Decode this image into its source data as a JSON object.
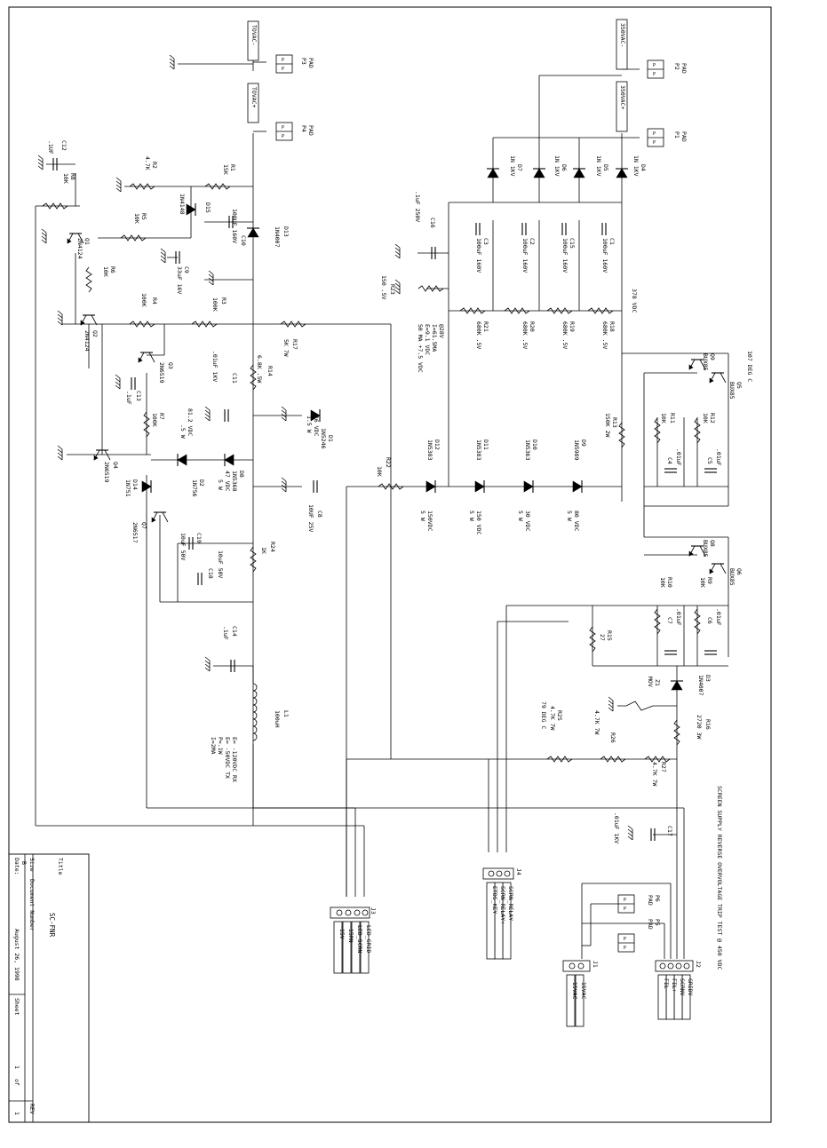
{
  "title_block": {
    "title_label": "Title",
    "title": "SC-FNR",
    "size_label": "Size",
    "size": "B",
    "docnum_label": "Document Number",
    "rev_label": "REV",
    "date_label": "Date:",
    "date": "August 26, 1998",
    "sheet_label": "Sheet",
    "sheet": "1",
    "of_label": "of",
    "of": "1"
  },
  "notes": {
    "screen_supply": "SCREEN SUPPLY REVERSE OVERVOLTAGE TRIP TEST @ 450 VDC",
    "op_28v": "@28V",
    "op_i": "I=61.5MA",
    "op_e": "E=9.1 VDC",
    "op_ma": "50 MA +7.5 VDC",
    "rx_tx_1": "E= -120VDC RX",
    "rx_tx_2": "E= -50VDC TX",
    "rx_tx_3": "P=.1W",
    "rx_tx_4": "I=2MA",
    "v378": "378 VDC",
    "temp107": "107 DEG C",
    "temp79": "79 DEG C",
    "v150_1": "150VDC",
    "v150_1w": "5 W",
    "v150_2": "150 VDC",
    "v150_2w": "5 W",
    "v30": "30 VDC",
    "v30w": "5 W",
    "v80": "80 VDC",
    "v80w": "5 W",
    "v81": "81.2 VDC",
    "v81w": ".5 W",
    "v47": "47 VDC",
    "v47w": "5 W",
    "r14p": "6.8K .5W",
    "r16p": "2720 3W"
  },
  "connectors": {
    "p3": "P3",
    "p4": "P4",
    "p1": "P1",
    "p2": "P2",
    "p5": "P5",
    "p6": "P6",
    "pad": "PAD",
    "p3_net": "TOVAC-",
    "p4_net": "TOVAC+",
    "p1_net": "350VAC+",
    "p2_net": "350VAC-",
    "j1": "J1",
    "j2": "J2",
    "j3": "J3",
    "j4": "J4",
    "j3_pins": [
      "LED_GRID",
      "LED_SCRN",
      "-15RN",
      "-15V"
    ],
    "j4_pins": [
      "SCRN_RELAY-",
      "SCRN_RELAY+",
      "ETDS_KEY"
    ],
    "j2_pins": [
      "GRIDV",
      "SCRNV",
      "FIL+",
      "FIL-"
    ],
    "j1_pins": [
      "-15VAC",
      "-15VAC"
    ]
  },
  "components": {
    "c12": [
      "C12",
      ".1UF"
    ],
    "r8": [
      "R8",
      "10K"
    ],
    "r2": [
      "R2",
      "4.7K"
    ],
    "r1": [
      "R1",
      "15K"
    ],
    "d15": [
      "D15",
      "1N4148"
    ],
    "r5": [
      "R5",
      "10K"
    ],
    "q1": [
      "Q1",
      "2N4124"
    ],
    "c10": [
      "C10",
      "100UF 160V"
    ],
    "d13": [
      "D13",
      "1N4007"
    ],
    "c9": [
      "C9",
      "33uF 16V"
    ],
    "r6": [
      "R6",
      "10K"
    ],
    "r4": [
      "R4",
      "100K"
    ],
    "r3": [
      "R3",
      "100K"
    ],
    "r17": [
      "R17",
      "5K 7W"
    ],
    "q2": [
      "Q2",
      "2N4124"
    ],
    "q3": [
      "Q3",
      "2N6519"
    ],
    "c13": [
      "C13",
      ".1uF"
    ],
    "c11": [
      "C11",
      ".01uF 1KV"
    ],
    "r14": [
      "R14",
      ""
    ],
    "r7": [
      "R7",
      "100K"
    ],
    "d1": [
      "D1",
      "1N5246"
    ],
    "d1v": [
      "16 VDC",
      "1.5 W"
    ],
    "q4": [
      "Q4",
      "2N6519"
    ],
    "d2": [
      "D2",
      "1N756"
    ],
    "d8": [
      "D8",
      "1N5368"
    ],
    "d14": [
      "D14",
      "1N751"
    ],
    "c8": [
      "C8",
      "10UF 25V"
    ],
    "q7": [
      "Q7",
      "2N6517"
    ],
    "c19": [
      "C19",
      "10uF 50V"
    ],
    "c18": [
      "C18",
      "10uF 50V"
    ],
    "r24": [
      "R24",
      "1K"
    ],
    "c14": [
      "C14",
      ".1uF"
    ],
    "l1": [
      "L1",
      "100uH"
    ],
    "r22": [
      "R22",
      "10K"
    ],
    "c16": [
      "C16",
      ".1uF 250V"
    ],
    "r23": [
      "R23",
      "150 .5V"
    ],
    "c3": [
      "C3",
      "100uF 160V"
    ],
    "c2": [
      "C2",
      "100uF 160V"
    ],
    "c15": [
      "C15",
      "100uF 160V"
    ],
    "c1": [
      "C1",
      "100uF 160V"
    ],
    "d7": [
      "D7",
      "1N 1KV"
    ],
    "d6": [
      "D6",
      "1N 1KV"
    ],
    "d5": [
      "D5",
      "1N 1KV"
    ],
    "d4": [
      "D4",
      "1N 1KV"
    ],
    "r21": [
      "R21",
      "680K .5V"
    ],
    "r20": [
      "R20",
      "680K .5V"
    ],
    "r19": [
      "R19",
      "680K .5V"
    ],
    "r18": [
      "R18",
      "680K .5V"
    ],
    "d12": [
      "D12",
      "1N5383"
    ],
    "d11": [
      "D11",
      "1N5383"
    ],
    "d10": [
      "D10",
      "1N5363"
    ],
    "d9": [
      "D9",
      "1N5989"
    ],
    "q9": [
      "Q9",
      "BUX85"
    ],
    "q5": [
      "Q5",
      "BUX85"
    ],
    "r13": [
      "R13",
      "150K 2W"
    ],
    "r11": [
      "R11",
      "10K"
    ],
    "r12": [
      "R12",
      "10K"
    ],
    "c4": [
      "C4",
      ".01uF"
    ],
    "c5": [
      "C5",
      ".01uF"
    ],
    "q8": [
      "Q8",
      "BUX85"
    ],
    "q6": [
      "Q6",
      "BUX85"
    ],
    "r10": [
      "R10",
      "10K"
    ],
    "r9": [
      "R9",
      "10K"
    ],
    "c7": [
      "C7",
      ".01uF"
    ],
    "c6": [
      "C6",
      ".01uF"
    ],
    "r15": [
      "R15",
      "27"
    ],
    "d3": [
      "D3",
      "1N4007"
    ],
    "z1": [
      "Z1",
      "MOV"
    ],
    "r16": [
      "R16",
      ""
    ],
    "r25": [
      "R25",
      "4.7K 7W"
    ],
    "r26": [
      "R26",
      "4.7K 7W"
    ],
    "r27": [
      "R27",
      "4.7K 7W"
    ],
    "c17": [
      "C17",
      ".01uF 1KV"
    ]
  },
  "icons": {
    "ground": "ground-icon",
    "resistor": "resistor-icon",
    "capacitor": "capacitor-icon",
    "diode": "diode-icon",
    "transistor": "transistor-icon",
    "inductor": "inductor-icon"
  }
}
